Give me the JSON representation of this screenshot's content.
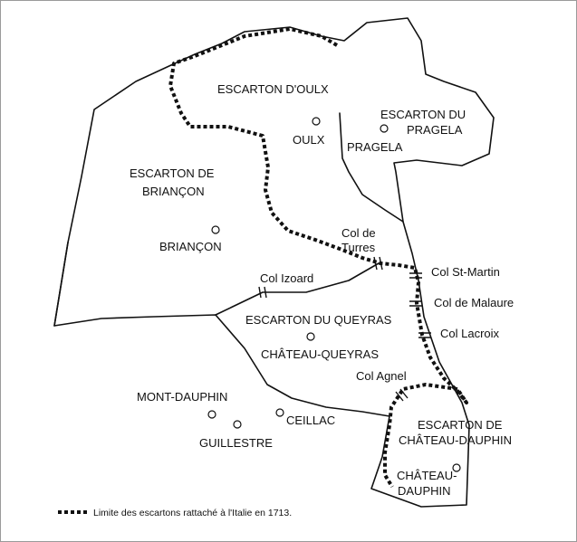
{
  "regions": {
    "oulx": "ESCARTON D'OULX",
    "pragela_l1": "ESCARTON DU",
    "pragela_l2": "PRAGELA",
    "briancon_l1": "ESCARTON DE",
    "briancon_l2": "BRIANÇON",
    "queyras": "ESCARTON DU QUEYRAS",
    "chateau_dauphin_l1": "ESCARTON DE",
    "chateau_dauphin_l2": "CHÂTEAU-DAUPHIN"
  },
  "towns": {
    "oulx": "OULX",
    "pragela": "PRAGELA",
    "briancon": "BRIANÇON",
    "chateau_queyras": "CHÂTEAU-QUEYRAS",
    "mont_dauphin": "MONT-DAUPHIN",
    "guillestre": "GUILLESTRE",
    "ceillac": "CEILLAC",
    "chateau_dauphin_l1": "CHÂTEAU-",
    "chateau_dauphin_l2": "DAUPHIN"
  },
  "passes": {
    "turres_l1": "Col de",
    "turres_l2": "Turres",
    "izoard": "Col Izoard",
    "st_martin": "Col St-Martin",
    "malaure": "Col de Malaure",
    "lacroix": "Col Lacroix",
    "agnel": "Col Agnel"
  },
  "legend": {
    "label": "Limite des escartons rattaché à l'Italie en 1713."
  }
}
